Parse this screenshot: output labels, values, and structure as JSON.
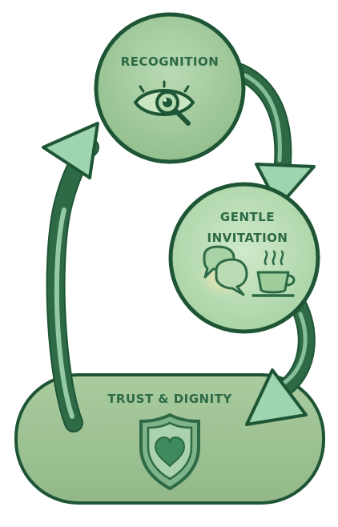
{
  "diagram": {
    "nodes": {
      "recognition": {
        "label": "RECOGNITION",
        "icon": "eye-magnifier-icon"
      },
      "gentle_invitation": {
        "label_line1": "GENTLE",
        "label_line2": "INVITATION",
        "icons": [
          "speech-bubbles-icon",
          "tea-cup-icon"
        ]
      },
      "trust_dignity": {
        "label": "TRUST & DIGNITY",
        "icon": "heart-shield-icon"
      }
    },
    "colors": {
      "dark_green": "#2d6a45",
      "outline": "#1e5535",
      "node_fill": "#9fc79a",
      "node_fill_light": "#b7dab2",
      "arrow_light": "#9fd4b0",
      "arrow_dark": "#2d6a45"
    }
  }
}
